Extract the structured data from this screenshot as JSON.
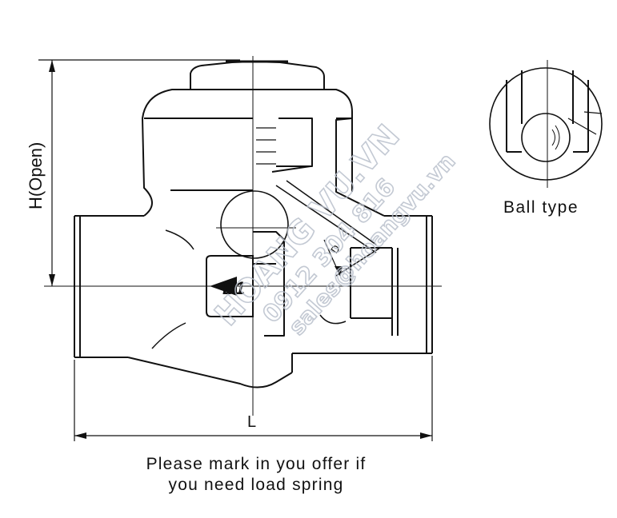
{
  "dimensions": {
    "height_label": "H(Open)",
    "length_label": "L",
    "diameter_label": "D"
  },
  "callout": {
    "label": "B1"
  },
  "detail": {
    "caption": "Ball type"
  },
  "note": {
    "line1": "Please mark in you offer if",
    "line2": "you need load spring"
  },
  "watermark": {
    "brand": "HOANG VU.VN",
    "phone": "0912 304 816",
    "email": "sales@hoangvu.vn"
  },
  "colors": {
    "line": "#111111",
    "watermark": "#b9c0cc",
    "background": "#ffffff"
  }
}
